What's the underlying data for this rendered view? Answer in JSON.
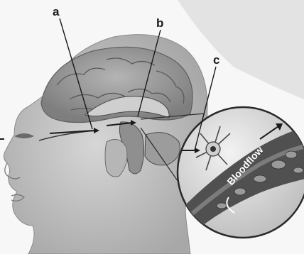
{
  "labels": {
    "a": "a",
    "b": "b",
    "c": "c"
  },
  "inset": {
    "flow_text": "Bloodflow"
  },
  "colors": {
    "background_haze": "#d9d9d9",
    "skin": "#bdbdbd",
    "brain": "#9a9a9a",
    "inset_fill": "#e6e6e6",
    "vessel": "#4a4a4a",
    "leader": "#1a1a1a"
  }
}
